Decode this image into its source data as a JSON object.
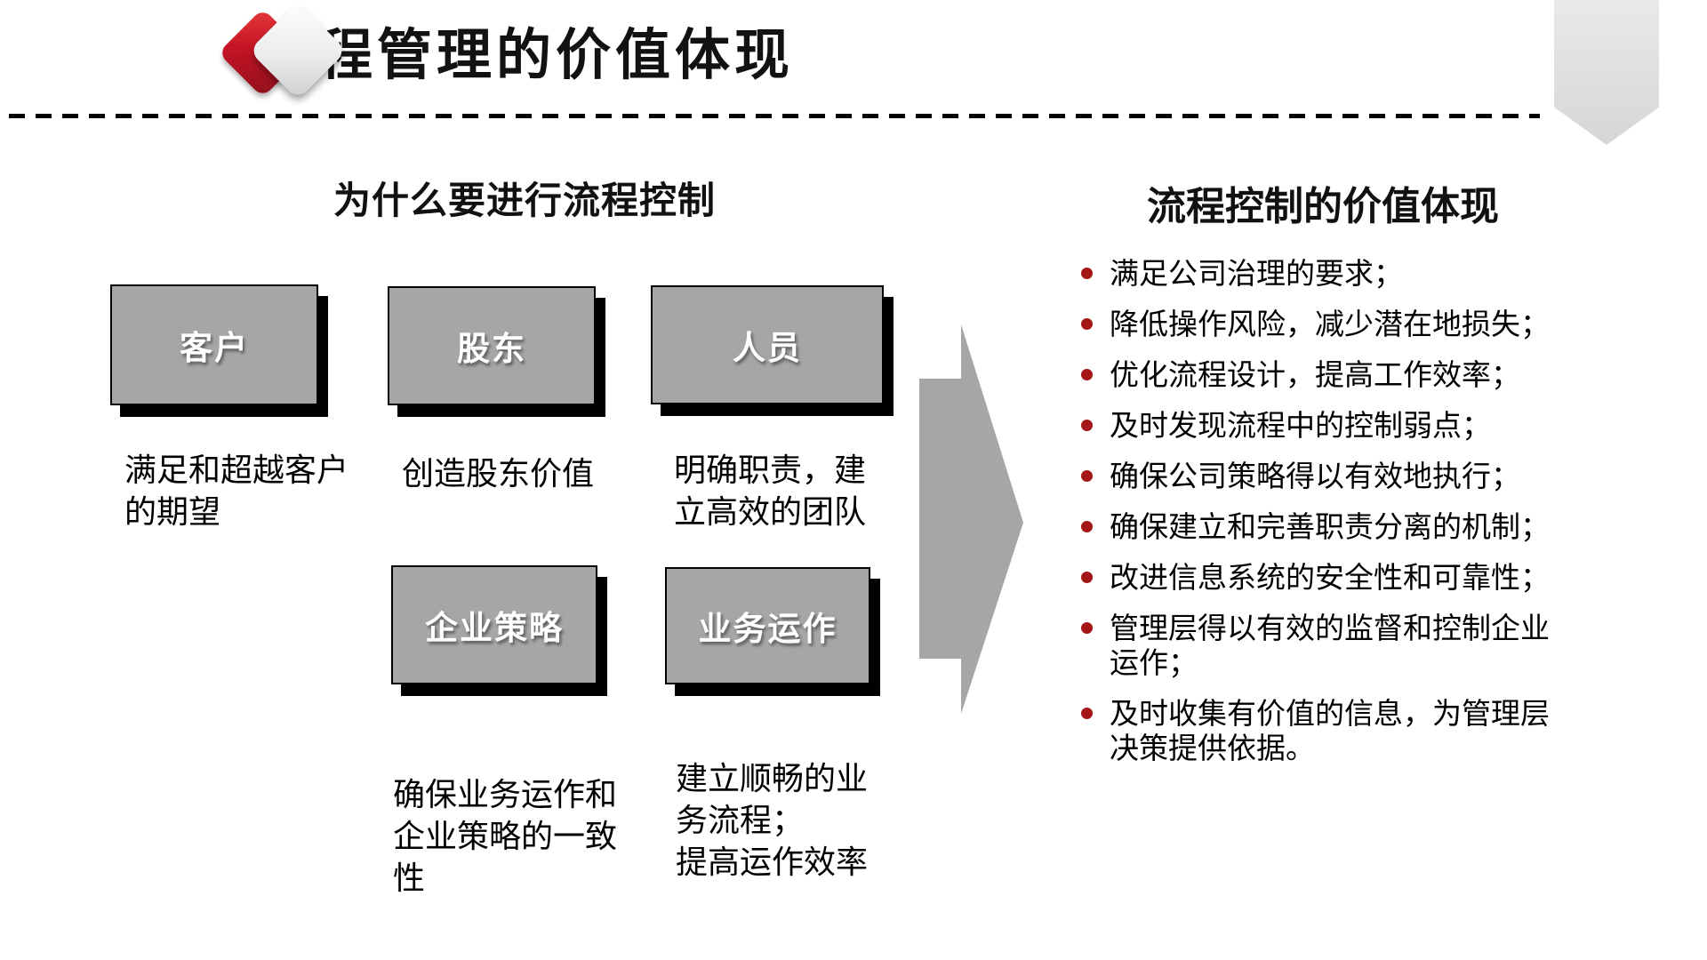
{
  "title": "流程管理的价值体现",
  "left_panel": {
    "heading": "为什么要进行流程控制",
    "boxes": [
      {
        "label": "客户",
        "desc": "满足和超越客户的期望"
      },
      {
        "label": "股东",
        "desc": "创造股东价值"
      },
      {
        "label": "人员",
        "desc": "明确职责，建立高效的团队"
      },
      {
        "label": "企业策略",
        "desc": "确保业务运作和企业策略的一致性"
      },
      {
        "label": "业务运作",
        "desc": "建立顺畅的业务流程；\n提高运作效率"
      }
    ]
  },
  "right_panel": {
    "heading": "流程控制的价值体现",
    "bullets": [
      "满足公司治理的要求；",
      "降低操作风险，减少潜在地损失；",
      "优化流程设计，提高工作效率；",
      "及时发现流程中的控制弱点；",
      "确保公司策略得以有效地执行；",
      "确保建立和完善职责分离的机制；",
      "改进信息系统的安全性和可靠性；",
      "管理层得以有效的监督和控制企业运作；",
      "及时收集有价值的信息，为管理层决策提供依据。"
    ]
  },
  "icons": {
    "logo": "double-diamond",
    "bullet": "filled-circle",
    "arrow": "right-arrow",
    "ribbon": "bookmark-banner"
  },
  "colors": {
    "box_gray": "#a6a6a6",
    "arrow_gray": "#a6a6a6",
    "bullet_red": "#a51717",
    "logo_red": "#c41425",
    "ribbon_gray": "#dcdcde",
    "text": "#000000"
  }
}
